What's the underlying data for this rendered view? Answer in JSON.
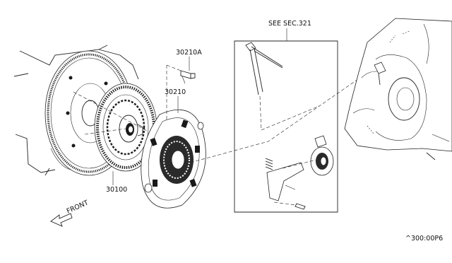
{
  "labels": {
    "see_sec": "SEE SEC.321",
    "part_30210A": "30210A",
    "part_30210": "30210",
    "part_30100": "30100",
    "front": "FRONT",
    "diagram_code": "^300:00P6"
  }
}
